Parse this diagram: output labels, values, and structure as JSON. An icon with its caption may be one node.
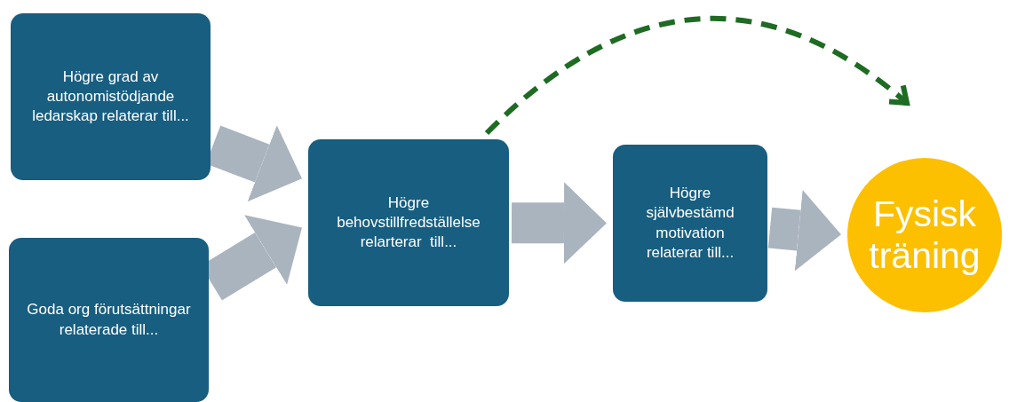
{
  "diagram": {
    "nodes": [
      {
        "text": [
          "Högre grad av autonomistödjande ledarskap relaterar till..."
        ]
      },
      {
        "text": [
          "Goda org förutsättningar relaterade till..."
        ]
      },
      {
        "text": [
          "Högre behovstillfredställelse relarterar  till..."
        ]
      },
      {
        "text": [
          "Högre självbestämd motivation relaterar till..."
        ]
      },
      {
        "text": [
          "Fysisk träning"
        ]
      }
    ],
    "edges": [
      {
        "from": 0,
        "to": 2,
        "arrow": "to"
      },
      {
        "from": 1,
        "to": 2,
        "arrow": "to"
      },
      {
        "from": 2,
        "to": 3,
        "arrow": "to"
      },
      {
        "from": 3,
        "to": 4,
        "arrow": "to"
      },
      {
        "from": 2,
        "to": 4,
        "arrow": "to",
        "style": "dashed",
        "color": "#1e6b23"
      }
    ]
  }
}
